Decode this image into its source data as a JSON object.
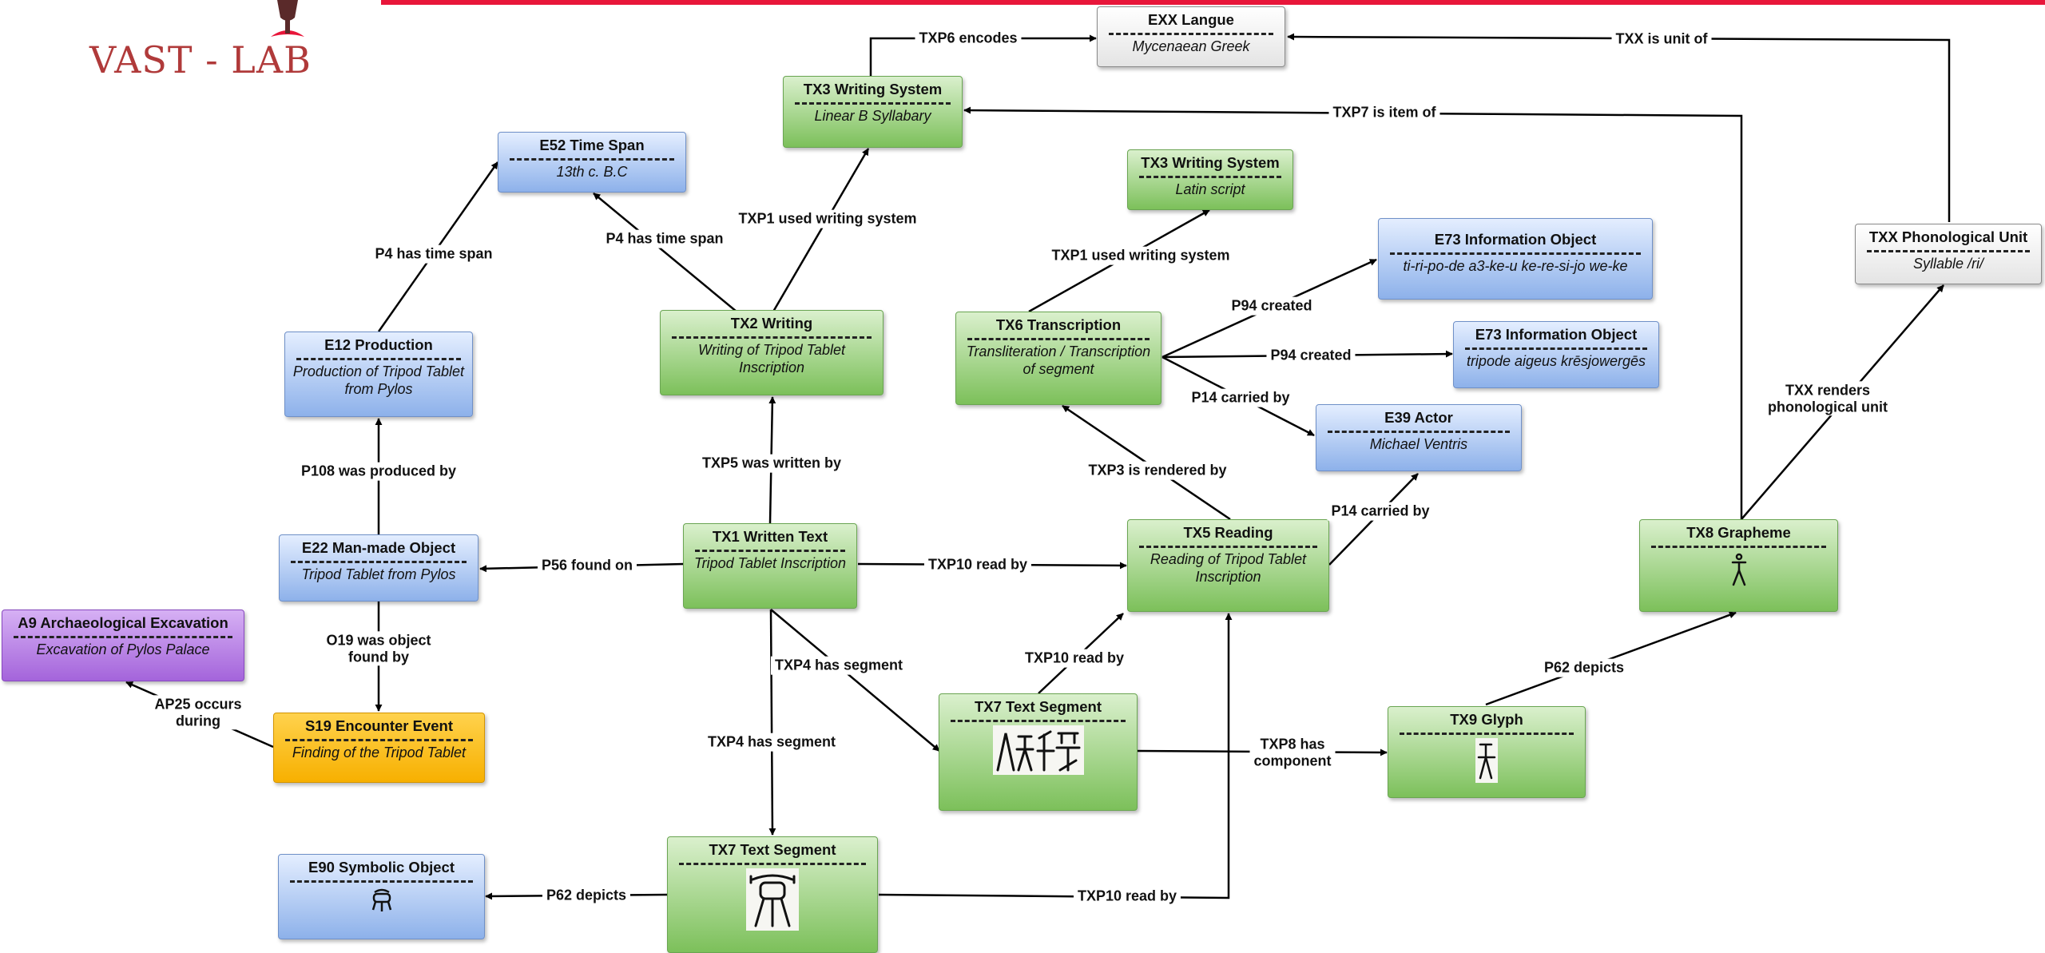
{
  "logo": {
    "text": "VAST - LAB",
    "accent_color": "#e8163a"
  },
  "nodes": {
    "exx_langue": {
      "title": "EXX Langue",
      "value": "Mycenaean Greek"
    },
    "tx3_linear_b": {
      "title": "TX3 Writing System",
      "value": "Linear B Syllabary"
    },
    "e52_time_span": {
      "title": "E52 Time Span",
      "value": "13th c. B.C"
    },
    "tx3_latin": {
      "title": "TX3 Writing System",
      "value": "Latin script"
    },
    "e73_info_1": {
      "title": "E73 Information Object",
      "value": "ti-ri-po-de  a3-ke-u  ke-re-si-jo we-ke"
    },
    "e73_info_2": {
      "title": "E73 Information Object",
      "value": "tripode aigeus krēsjowergēs"
    },
    "txx_phonological": {
      "title": "TXX Phonological Unit",
      "value": "Syllable /ri/"
    },
    "e12_production": {
      "title": "E12 Production",
      "value": "Production of Tripod Tablet from Pylos"
    },
    "tx2_writing": {
      "title": "TX2 Writing",
      "value": "Writing of Tripod Tablet Inscription"
    },
    "tx6_transcription": {
      "title": "TX6 Transcription",
      "value": "Transliteration / Transcription of segment"
    },
    "e39_actor": {
      "title": "E39 Actor",
      "value": "Michael Ventris"
    },
    "e22_object": {
      "title": "E22 Man-made Object",
      "value": "Tripod Tablet from Pylos"
    },
    "tx1_written_text": {
      "title": "TX1 Written Text",
      "value": "Tripod Tablet Inscription"
    },
    "tx5_reading": {
      "title": "TX5 Reading",
      "value": "Reading of Tripod Tablet Inscription"
    },
    "tx8_grapheme": {
      "title": "TX8 Grapheme",
      "value": ""
    },
    "a9_excavation": {
      "title": "A9 Archaeological Excavation",
      "value": "Excavation of Pylos Palace"
    },
    "s19_encounter": {
      "title": "S19 Encounter Event",
      "value": "Finding of the Tripod Tablet"
    },
    "tx7_segment_a": {
      "title": "TX7 Text Segment",
      "value": ""
    },
    "tx9_glyph": {
      "title": "TX9 Glyph",
      "value": ""
    },
    "e90_symbolic": {
      "title": "E90 Symbolic Object",
      "value": ""
    },
    "tx7_segment_b": {
      "title": "TX7 Text Segment",
      "value": ""
    }
  },
  "edges": {
    "txp6_encodes": "TXP6 encodes",
    "txx_is_unit_of": "TXX is unit of",
    "txp7_is_item_of": "TXP7 is item of",
    "p4_has_time_span_a": "P4 has time span",
    "p4_has_time_span_b": "P4 has time span",
    "txp1_used_ws_a": "TXP1 used writing system",
    "txp1_used_ws_b": "TXP1 used writing system",
    "p94_created_a": "P94 created",
    "p94_created_b": "P94 created",
    "p14_carried_by_a": "P14 carried by",
    "p14_carried_by_b": "P14 carried by",
    "txx_renders": "TXX renders\nphonological unit",
    "p108_was_produced_by": "P108 was produced by",
    "txp5_was_written_by": "TXP5 was written by",
    "txp3_is_rendered_by": "TXP3 is rendered by",
    "p56_found_on": "P56 found on",
    "txp10_read_by_a": "TXP10 read by",
    "txp10_read_by_b": "TXP10 read by",
    "txp10_read_by_c": "TXP10 read by",
    "o19_was_object_found_by": "O19 was object\nfound by",
    "txp4_has_segment_a": "TXP4 has segment",
    "txp4_has_segment_b": "TXP4 has segment",
    "ap25_occurs_during": "AP25 occurs\nduring",
    "p62_depicts_a": "P62 depicts",
    "p62_depicts_b": "P62 depicts",
    "txp8_has_component": "TXP8 has\ncomponent"
  },
  "colors": {
    "green": "#7cc05a",
    "blue": "#8db1ea",
    "grey": "#e4e4e4",
    "purple": "#a464db",
    "orange": "#f7b000"
  }
}
